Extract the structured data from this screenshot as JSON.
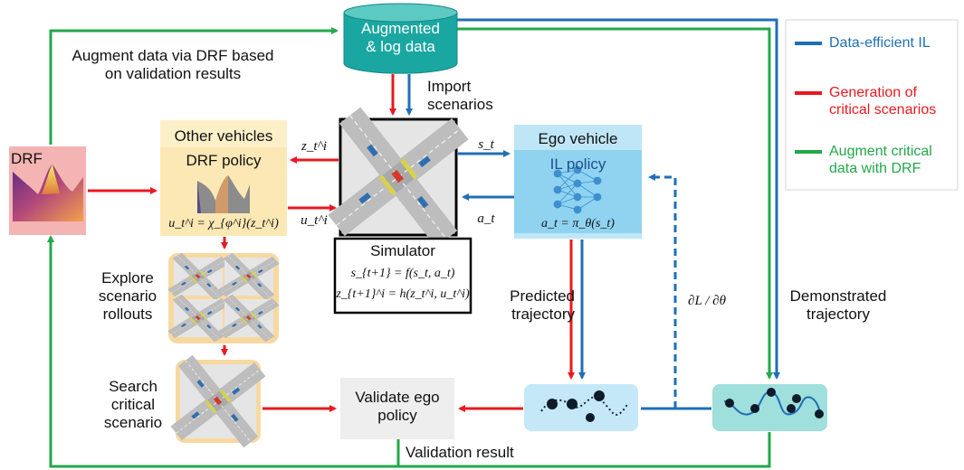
{
  "colors": {
    "blue": "#1f6fb5",
    "red": "#e8191f",
    "green": "#22a84a",
    "teal": "#1aa7a1",
    "drf_bg": "#f4b4b4",
    "policy_bg": "#fdf0c8",
    "ego_bg": "#bfe6f7",
    "ilpolicy_bg": "#8fd3f1",
    "traj_bg": "#c4e8f7",
    "demo_bg": "#9fdfdc",
    "validate_bg": "#eeeeee",
    "thumb_frame": "#f7d9a0"
  },
  "database": {
    "label": "Augmented\n& log data"
  },
  "legend": [
    {
      "label": "Data-efficient IL",
      "color": "#1f6fb5"
    },
    {
      "label": "Generation of\ncritical scenarios",
      "color": "#e8191f"
    },
    {
      "label": "Augment critical\ndata with DRF",
      "color": "#22a84a"
    }
  ],
  "labels": {
    "augment_note": "Augment data via DRF based\non validation results",
    "import": "Import\nscenarios",
    "drf": "DRF",
    "other_vehicles": "Other vehicles",
    "drf_policy": "DRF policy",
    "simulator": "Simulator",
    "ego_vehicle": "Ego vehicle",
    "il_policy": "IL policy",
    "explore": "Explore\nscenario\nrollouts",
    "search": "Search\ncritical\nscenario",
    "validate": "Validate ego\npolicy",
    "predicted": "Predicted\ntrajectory",
    "demonstrated": "Demonstrated\ntrajectory",
    "validation_result": "Validation result"
  },
  "math": {
    "zti": "z_t^i",
    "uti": "u_t^i",
    "st": "s_t",
    "at": "a_t",
    "drf_eq": "u_t^i = χ_{φ^i}(z_t^i)",
    "il_eq": "a_t = π_θ(s_t)",
    "sim_eq1": "s_{t+1} = f(s_t, a_t)",
    "sim_eq2": "z_{t+1}^i = h(z_t^i, u_t^i)",
    "grad": "∂L / ∂θ"
  },
  "icons": [
    "database-icon",
    "drf-surface-icon",
    "neural-network-icon",
    "intersection-scene-icon",
    "trajectory-icon"
  ]
}
